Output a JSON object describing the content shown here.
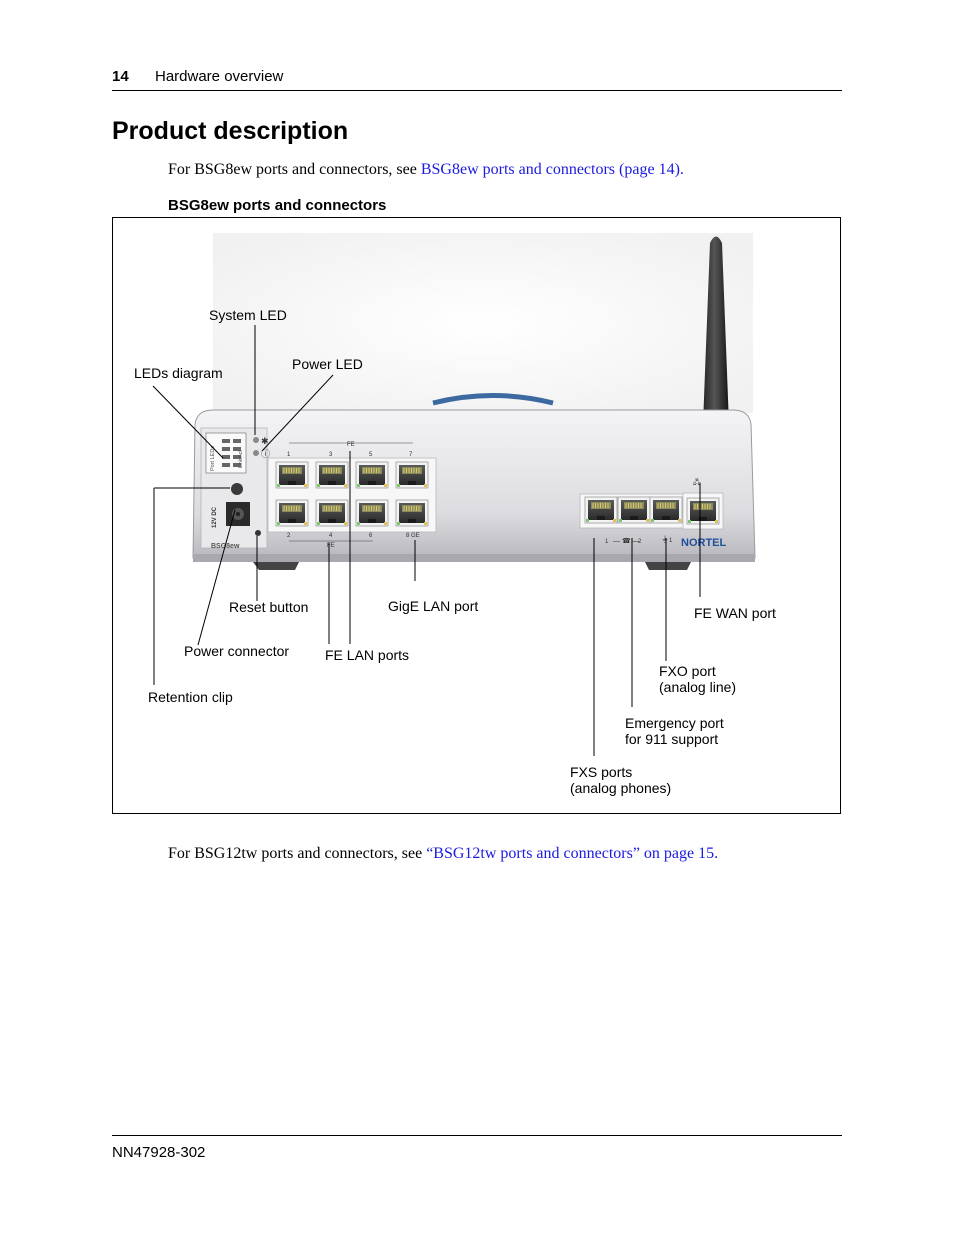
{
  "header": {
    "page_number": "14",
    "section": "Hardware overview"
  },
  "heading": "Product description",
  "intro": {
    "prefix": "For BSG8ew ports and connectors, see ",
    "link": "BSG8ew ports and connectors (page 14)."
  },
  "figure": {
    "caption": "BSG8ew ports and connectors",
    "labels": {
      "system_led": "System LED",
      "power_led": "Power LED",
      "leds_diagram": "LEDs diagram",
      "reset_button": "Reset button",
      "gige_lan_port": "GigE LAN port",
      "fe_wan_port": "FE WAN port",
      "power_connector": "Power connector",
      "fe_lan_ports": "FE LAN ports",
      "fxo_port_1": "FXO port",
      "fxo_port_2": "(analog line)",
      "retention_clip": "Retention clip",
      "emergency_port_1": "Emergency port",
      "emergency_port_2": "for 911 support",
      "fxs_ports_1": "FXS ports",
      "fxs_ports_2": "(analog phones)"
    },
    "device": {
      "model": "BSG8ew",
      "brand": "NORTEL",
      "fe_label": "FE",
      "port_top": [
        "1",
        "3",
        "5",
        "7"
      ],
      "port_bottom": [
        "2",
        "4",
        "6",
        "8 GE"
      ],
      "dc_label": "12V DC",
      "panel_text_1": "Port LEDs",
      "panel_text_2": "Link/Act",
      "phone_left": "1",
      "phone_right": "2",
      "fxo_num": "1"
    }
  },
  "outro": {
    "prefix": "For BSG12tw ports and connectors, see ",
    "link": "“BSG12tw ports and connectors” on page 15."
  },
  "footer": {
    "doc_id": "NN47928-302"
  }
}
